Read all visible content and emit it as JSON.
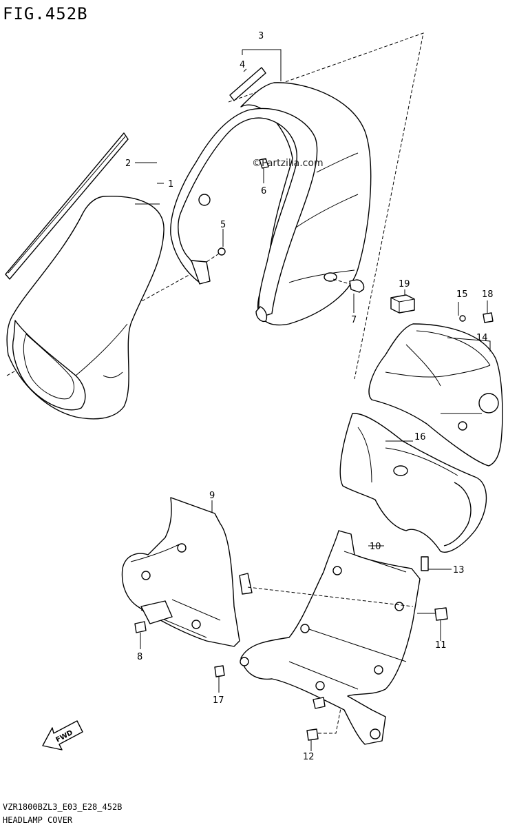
{
  "figure": {
    "title": "FIG.452B",
    "code": "VZR1800BZL3_E03_E28_452B",
    "caption": "HEADLAMP COVER",
    "watermark": "Partzilla.com",
    "fwd_label": "FWD"
  },
  "callouts": [
    "1",
    "2",
    "3",
    "4",
    "5",
    "6",
    "7",
    "8",
    "9",
    "10",
    "11",
    "12",
    "13",
    "14",
    "15",
    "16",
    "17",
    "18",
    "19"
  ],
  "icons": [
    "fwd-arrow-icon"
  ]
}
